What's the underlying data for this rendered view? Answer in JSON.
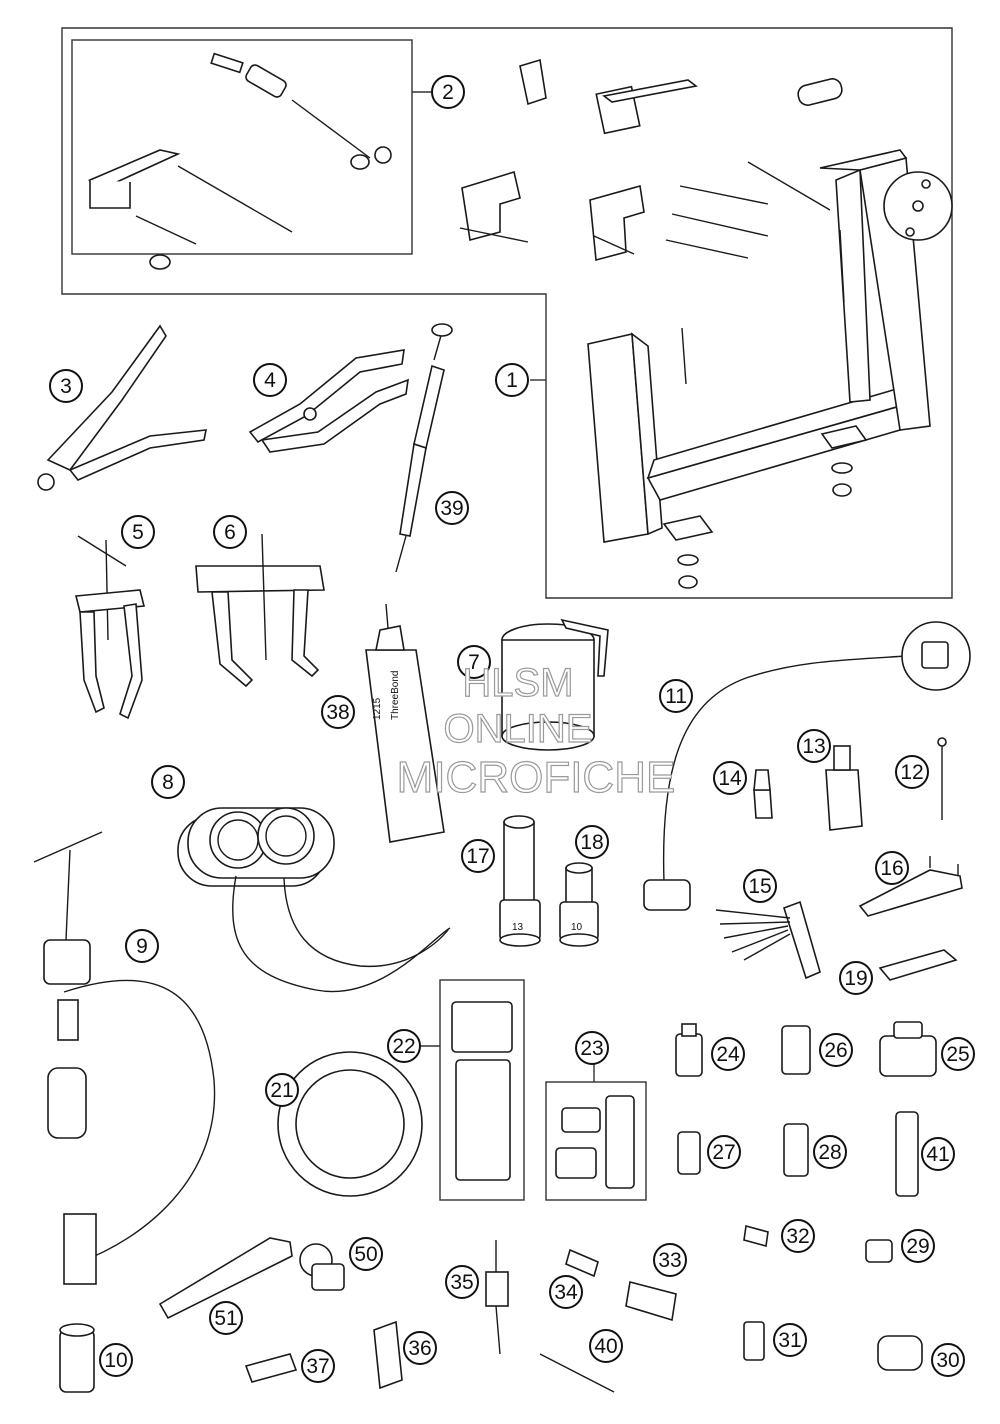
{
  "callouts": [
    {
      "id": "1",
      "label": "1"
    },
    {
      "id": "2",
      "label": "2"
    },
    {
      "id": "3",
      "label": "3"
    },
    {
      "id": "4",
      "label": "4"
    },
    {
      "id": "5",
      "label": "5"
    },
    {
      "id": "6",
      "label": "6"
    },
    {
      "id": "7",
      "label": "7"
    },
    {
      "id": "8",
      "label": "8"
    },
    {
      "id": "9",
      "label": "9"
    },
    {
      "id": "10",
      "label": "10"
    },
    {
      "id": "11",
      "label": "11"
    },
    {
      "id": "12",
      "label": "12"
    },
    {
      "id": "13",
      "label": "13"
    },
    {
      "id": "14",
      "label": "14"
    },
    {
      "id": "15",
      "label": "15"
    },
    {
      "id": "16",
      "label": "16"
    },
    {
      "id": "17",
      "label": "17"
    },
    {
      "id": "18",
      "label": "18"
    },
    {
      "id": "19",
      "label": "19"
    },
    {
      "id": "21",
      "label": "21"
    },
    {
      "id": "22",
      "label": "22"
    },
    {
      "id": "23",
      "label": "23"
    },
    {
      "id": "24",
      "label": "24"
    },
    {
      "id": "25",
      "label": "25"
    },
    {
      "id": "26",
      "label": "26"
    },
    {
      "id": "27",
      "label": "27"
    },
    {
      "id": "28",
      "label": "28"
    },
    {
      "id": "29",
      "label": "29"
    },
    {
      "id": "30",
      "label": "30"
    },
    {
      "id": "31",
      "label": "31"
    },
    {
      "id": "32",
      "label": "32"
    },
    {
      "id": "33",
      "label": "33"
    },
    {
      "id": "34",
      "label": "34"
    },
    {
      "id": "35",
      "label": "35"
    },
    {
      "id": "36",
      "label": "36"
    },
    {
      "id": "37",
      "label": "37"
    },
    {
      "id": "38",
      "label": "38"
    },
    {
      "id": "39",
      "label": "39"
    },
    {
      "id": "40",
      "label": "40"
    },
    {
      "id": "41",
      "label": "41"
    },
    {
      "id": "50",
      "label": "50"
    },
    {
      "id": "51",
      "label": "51"
    }
  ],
  "part_markings": {
    "socket_17": "13",
    "socket_18": "10",
    "tube_38_brand": "ThreeBond",
    "tube_38_code": "1215"
  },
  "watermark": {
    "line1": "HLSM",
    "line2": "ONLINE",
    "line3": "MICROFICHE"
  }
}
